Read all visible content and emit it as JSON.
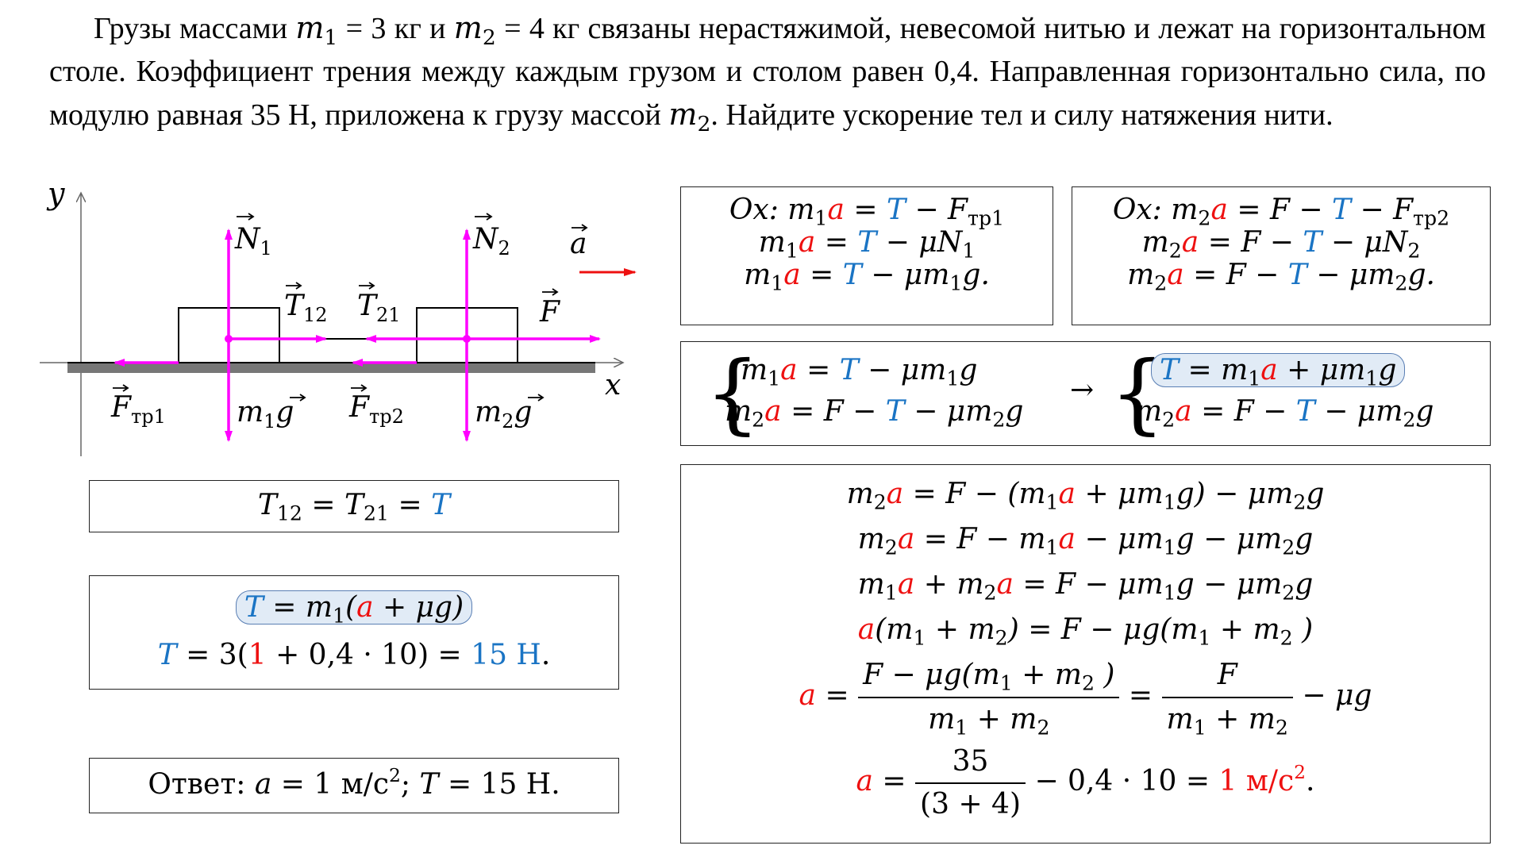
{
  "problem": {
    "p1": "Грузы массами ",
    "m1": "m",
    "eq1": " = 3 кг и ",
    "eq2": " = 4 кг связаны нерастяжимой, невесомой нитью и лежат на горизонтальном столе. Коэффициент трения между каждым грузом и столом равен 0,4. Направленная горизонтально сила, по модулю равная 35 Н, приложена к грузу массой ",
    "end": ". Найдите ускорение тел и силу натяжения нити."
  },
  "diagram": {
    "axis_y": "y",
    "axis_x": "x",
    "labels": {
      "N1": "N",
      "N1_sub": "1",
      "N2": "N",
      "N2_sub": "2",
      "T12": "T",
      "T12_sub": "12",
      "T21": "T",
      "T21_sub": "21",
      "F": "F",
      "a": "a",
      "Ftr1": "F",
      "Ftr1_sub": "тр1",
      "Ftr2": "F",
      "Ftr2_sub": "тр2",
      "m1g": "m",
      "m1g_sub": "1",
      "m1g_g": "g",
      "m2g": "m",
      "m2g_sub": "2",
      "m2g_g": "g"
    },
    "colors": {
      "force": "#ff00ff",
      "accel": "#ee1010",
      "table": "#777777"
    }
  },
  "boxes": {
    "ox1": {
      "prefix": "Ox:"
    },
    "ox2": {
      "prefix": "Ox:"
    },
    "tension_eq": "T₁₂ = T₂₁ = T",
    "t_calc": {
      "line1": "T = m₁(a + μg)",
      "line2_a": "T = 3(",
      "line2_b": "1",
      "line2_c": " + 0,4 · 10) = ",
      "line2_d": "15 Н",
      "line2_e": "."
    },
    "answer": {
      "label": "Ответ: ",
      "text_a": "a",
      "text_b": " = 1 м/с",
      "text_c": "2",
      "text_d": "; ",
      "text_e": "T",
      "text_f": " = 15 Н."
    },
    "final": {
      "num": "35",
      "den": "(3 + 4)",
      "tail": " − 0,4 · 10 = ",
      "result": "1 м/с",
      "result_sup": "2",
      "dot": "."
    }
  },
  "colors": {
    "a": "#ee1010",
    "T": "#1a74c4",
    "highlight": "#e1ebf6"
  }
}
